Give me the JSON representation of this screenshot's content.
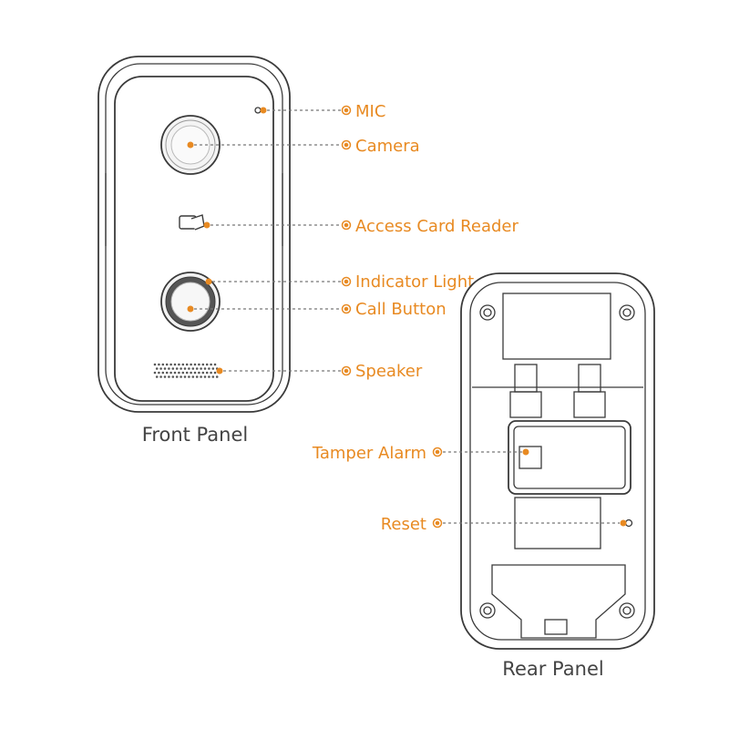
{
  "colors": {
    "accent": "#e88a22",
    "outline": "#3a3a3a",
    "caption": "#444444"
  },
  "front_panel": {
    "caption": "Front Panel",
    "labels": {
      "mic": "MIC",
      "camera": "Camera",
      "card_reader": "Access Card Reader",
      "indicator": "Indicator Light",
      "call_button": "Call Button",
      "speaker": "Speaker"
    }
  },
  "rear_panel": {
    "caption": "Rear Panel",
    "labels": {
      "tamper": "Tamper Alarm",
      "reset": "Reset"
    }
  }
}
